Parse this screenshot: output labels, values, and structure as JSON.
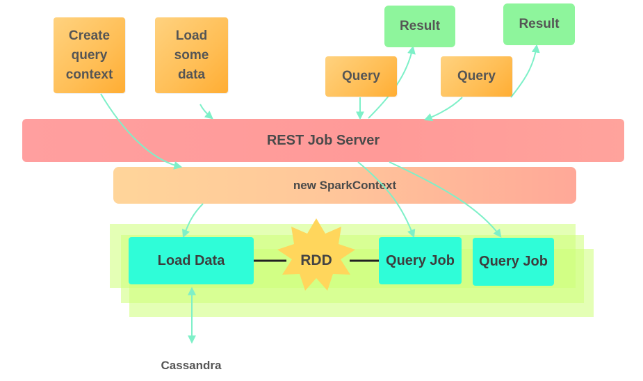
{
  "nodes": {
    "create_query_context": "Create\nquery\ncontext",
    "load_some_data": "Load\nsome\ndata",
    "query_1": "Query",
    "query_2": "Query",
    "result_1": "Result",
    "result_2": "Result",
    "rest_job_server": "REST Job Server",
    "spark_context": "new SparkContext",
    "load_data": "Load Data",
    "rdd": "RDD",
    "query_job_1": "Query Job",
    "query_job_2": "Query Job",
    "cassandra": "Cassandra"
  },
  "colors": {
    "orange": "#ffbe55",
    "result_green": "#8ef59c",
    "server_red": "#ff9d9d",
    "job_cyan": "#2ffdd8",
    "plate_green": "#d4ff7a",
    "rdd_star": "#ffd65c",
    "arrow": "#7ef0c8"
  }
}
